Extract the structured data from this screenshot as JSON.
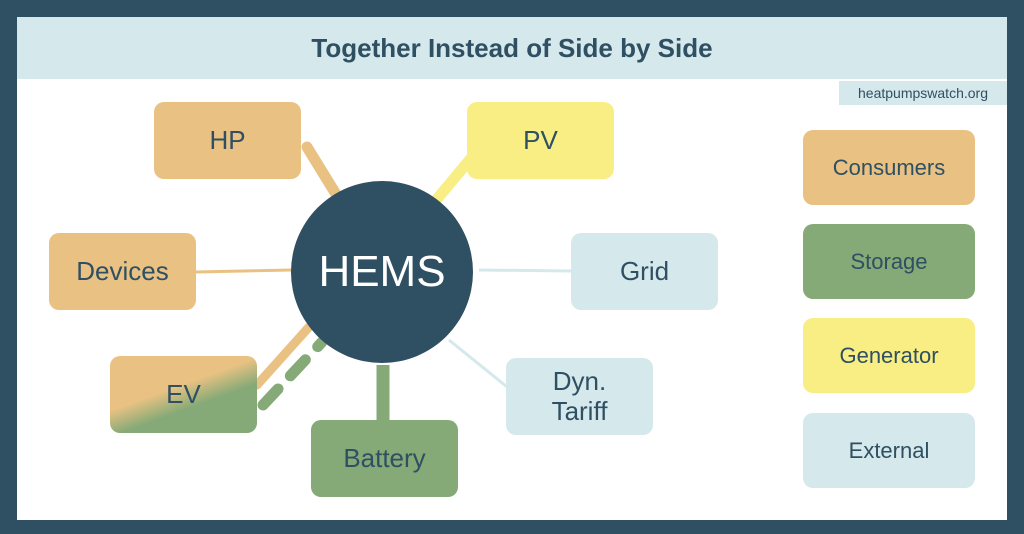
{
  "title": "Together Instead of Side by Side",
  "credit": "heatpumpswatch.org",
  "hub": {
    "label": "HEMS"
  },
  "nodes": {
    "hp": "HP",
    "pv": "PV",
    "devices": "Devices",
    "grid": "Grid",
    "ev": "EV",
    "battery": "Battery",
    "tariff_line1": "Dyn.",
    "tariff_line2": "Tariff"
  },
  "legend": {
    "consumers": "Consumers",
    "storage": "Storage",
    "generator": "Generator",
    "external": "External"
  },
  "colors": {
    "frame": "#2f4f62",
    "hub": "#2f4f62",
    "consumers": "#e9c283",
    "storage": "#86aa77",
    "generator": "#f9ee83",
    "external": "#d5e8ec"
  }
}
